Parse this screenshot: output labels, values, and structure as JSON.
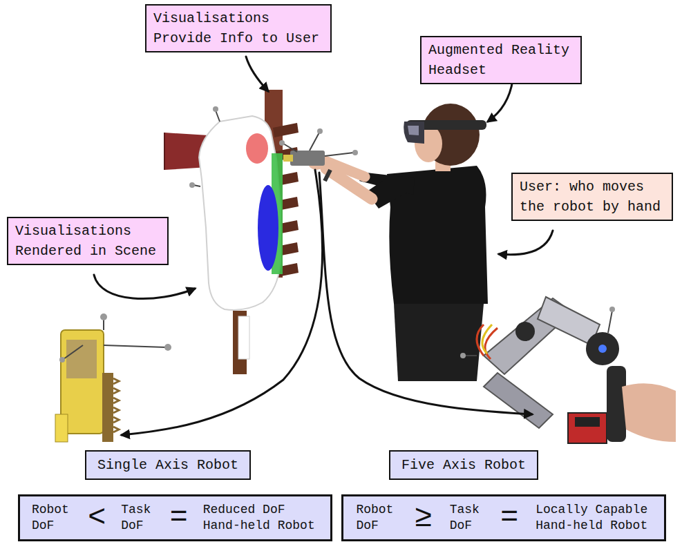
{
  "diagram": {
    "nodes": [
      {
        "text": [
          "Visualisations Provide Info to User"
        ]
      },
      {
        "text": [
          "Augmented Reality Headset"
        ]
      },
      {
        "text": [
          "User: who moves the robot by hand"
        ]
      },
      {
        "text": [
          "Visualisations Rendered in Scene"
        ]
      },
      {
        "text": [
          "Single Axis Robot"
        ]
      },
      {
        "text": [
          "Five Axis Robot"
        ]
      },
      {
        "text": [
          "Robot DoF",
          "<",
          "Task DoF",
          "=",
          "Reduced DoF Hand-held Robot"
        ]
      },
      {
        "text": [
          "Robot DoF",
          "≥",
          "Task DoF",
          "=",
          "Locally Capable Hand-held Robot"
        ]
      }
    ]
  }
}
